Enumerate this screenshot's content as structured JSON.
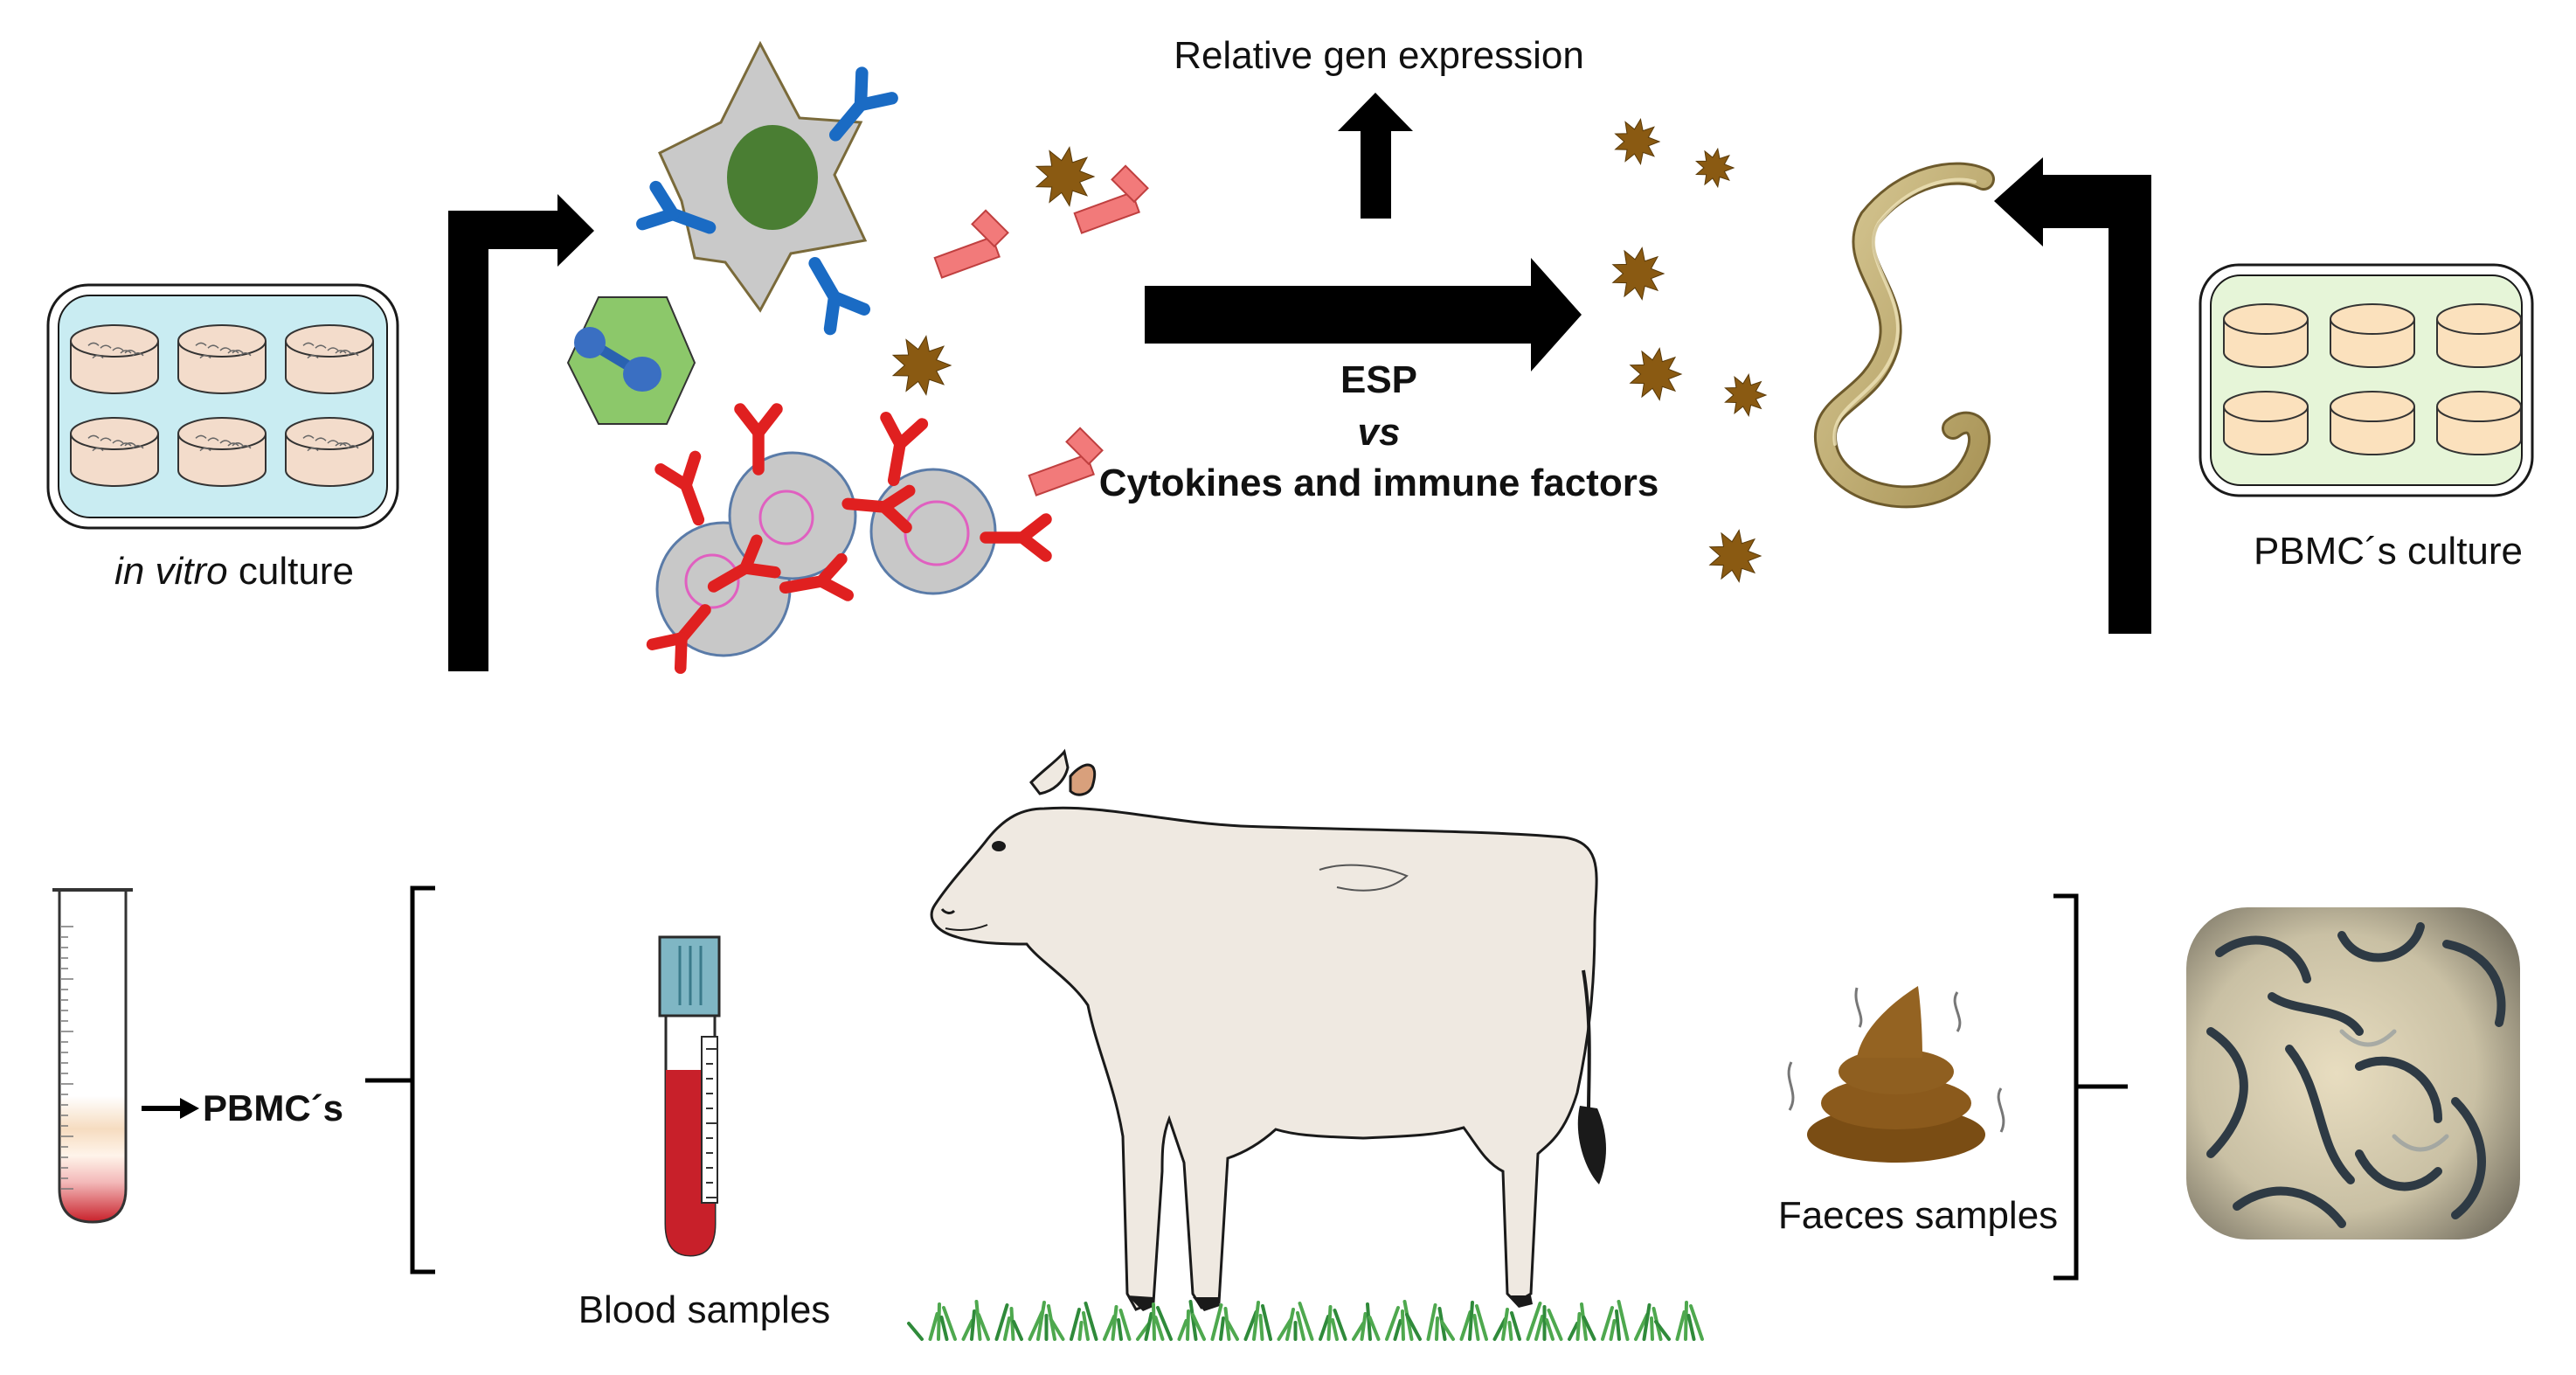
{
  "labels": {
    "invitro_italic": "in vitro",
    "invitro_rest": " culture",
    "relative_gene": "Relative gen expression",
    "esp": "ESP",
    "vs": "vs",
    "cytokines": "Cytokines and immune factors",
    "pbmc_culture": "PBMC´s culture",
    "pbmcs": "PBMC´s",
    "blood_samples": "Blood samples",
    "faeces_samples": "Faeces samples"
  },
  "colors": {
    "arrow": "#000000",
    "plate_left_fill": "#c9ecf2",
    "plate_right_fill": "#e6f5d8",
    "well_left": "#f3dccb",
    "well_right": "#fbe1bd",
    "esp_particle": "#8a5a12",
    "antibody_blue": "#1a6bc4",
    "antibody_red": "#e02020",
    "antibody_pink": "#f27a7a",
    "cell_grey": "#c8c8c8",
    "nucleus_green": "#4a7e33",
    "hexagon_green": "#8cc86a",
    "larva": "#c8b47a",
    "blood_red": "#c8202a",
    "tube_cap": "#7fb6c4",
    "faeces": "#8b5a1c",
    "grass": "#4ea84e",
    "cow_body": "#efe9e1"
  },
  "icons": [
    "well-plate-icon",
    "dendritic-cell-icon",
    "lymphocyte-icon",
    "antibody-icon",
    "esp-particle-icon",
    "hexagon-molecule-icon",
    "larva-icon",
    "blood-tube-icon",
    "cow-icon",
    "faeces-icon",
    "microscope-larvae-icon",
    "centrifuge-tube-icon",
    "bracket-icon",
    "arrow-icon"
  ]
}
